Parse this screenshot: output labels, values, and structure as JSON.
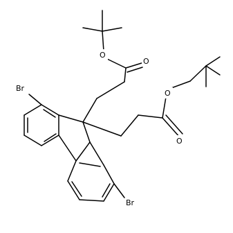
{
  "structure": {
    "atoms": [
      {
        "id": "br_left",
        "label": "Br"
      },
      {
        "id": "br_bottom",
        "label": "Br"
      },
      {
        "id": "o_ether_upper",
        "label": "O"
      },
      {
        "id": "o_carbonyl_upper",
        "label": "O"
      },
      {
        "id": "o_ether_lower",
        "label": "O"
      },
      {
        "id": "o_carbonyl_lower",
        "label": "O"
      }
    ]
  }
}
